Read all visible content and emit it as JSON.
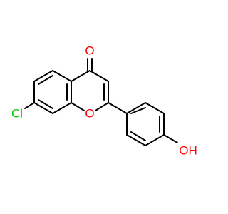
{
  "molecule": {
    "atoms": {
      "carbonyl_oxygen": "O",
      "ring_oxygen": "O",
      "chlorine": "Cl",
      "hydroxyl": "OH"
    },
    "colors": {
      "bond": "#000000",
      "oxygen": "#ff0000",
      "chlorine": "#00cc00"
    }
  }
}
